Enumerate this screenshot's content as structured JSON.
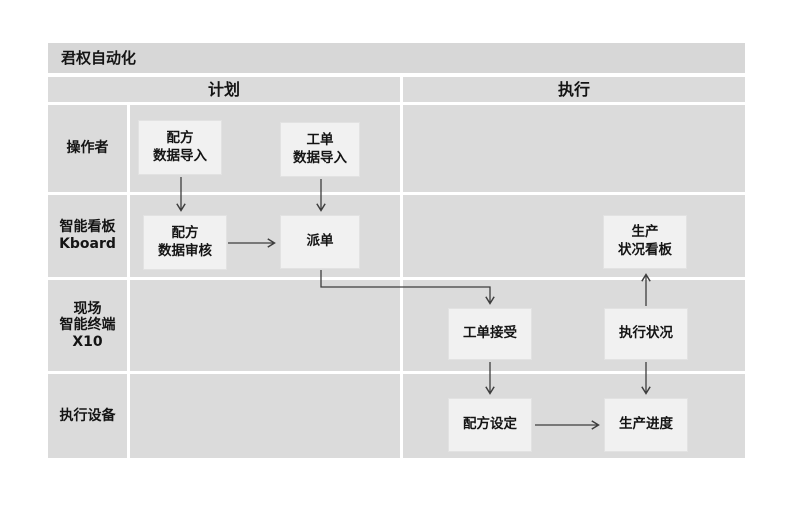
{
  "title": "君权自动化",
  "columns": [
    {
      "id": "plan",
      "label": "计划"
    },
    {
      "id": "execute",
      "label": "执行"
    }
  ],
  "rows": [
    {
      "id": "operator",
      "label": "操作者"
    },
    {
      "id": "smart-kanban",
      "label": "智能看板\nKboard"
    },
    {
      "id": "field-terminal",
      "label": "现场\n智能终端\nX10"
    },
    {
      "id": "execution-device",
      "label": "执行设备"
    }
  ],
  "nodes": [
    {
      "id": "recipe-data-import",
      "label": "配方\n数据导入",
      "row": "操作者",
      "column": "计划"
    },
    {
      "id": "workorder-data-import",
      "label": "工单\n数据导入",
      "row": "操作者",
      "column": "计划"
    },
    {
      "id": "recipe-data-review",
      "label": "配方\n数据审核",
      "row": "智能看板 Kboard",
      "column": "计划"
    },
    {
      "id": "dispatch",
      "label": "派单",
      "row": "智能看板 Kboard",
      "column": "计划"
    },
    {
      "id": "production-status-board",
      "label": "生产\n状况看板",
      "row": "智能看板 Kboard",
      "column": "执行"
    },
    {
      "id": "workorder-accept",
      "label": "工单接受",
      "row": "现场智能终端 X10",
      "column": "执行"
    },
    {
      "id": "execution-status",
      "label": "执行状况",
      "row": "现场智能终端 X10",
      "column": "执行"
    },
    {
      "id": "recipe-setting",
      "label": "配方设定",
      "row": "执行设备",
      "column": "执行"
    },
    {
      "id": "production-progress",
      "label": "生产进度",
      "row": "执行设备",
      "column": "执行"
    }
  ],
  "edges": [
    {
      "from": "recipe-data-import",
      "to": "recipe-data-review"
    },
    {
      "from": "workorder-data-import",
      "to": "dispatch"
    },
    {
      "from": "recipe-data-review",
      "to": "dispatch"
    },
    {
      "from": "dispatch",
      "to": "workorder-accept"
    },
    {
      "from": "workorder-accept",
      "to": "recipe-setting"
    },
    {
      "from": "recipe-setting",
      "to": "production-progress"
    },
    {
      "from": "execution-status",
      "to": "production-progress"
    },
    {
      "from": "execution-status",
      "to": "production-status-board"
    }
  ],
  "colors": {
    "lane_fill": "#dbdbdb",
    "node_fill": "#f1f1f1",
    "arrow": "#3d3d3d"
  }
}
